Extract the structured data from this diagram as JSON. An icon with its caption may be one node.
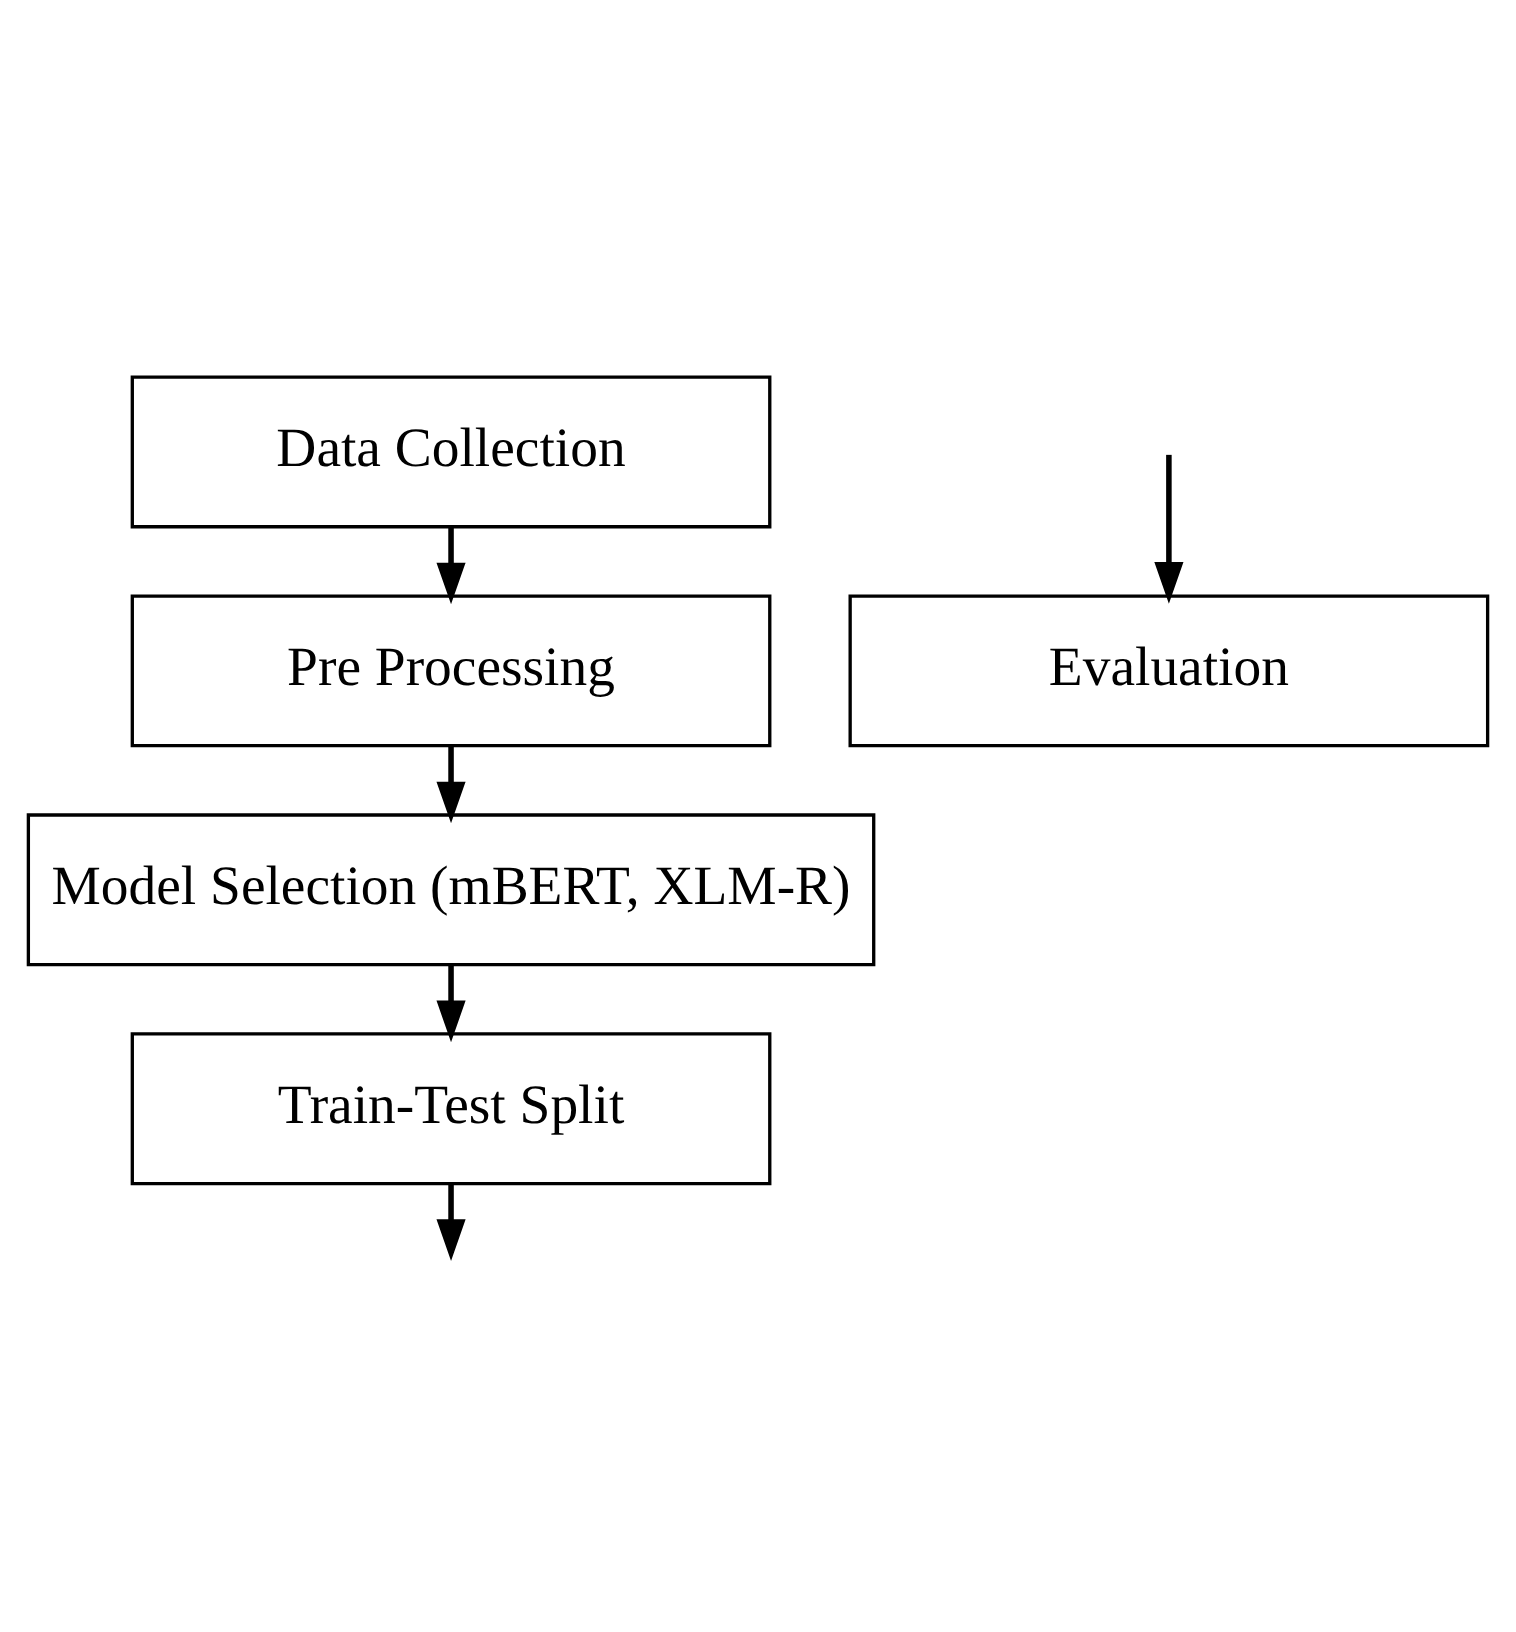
{
  "diagram": {
    "nodes": [
      {
        "text": [
          "Data Collection"
        ]
      },
      {
        "text": [
          "Pre Processing"
        ]
      },
      {
        "text": [
          "Model Selection (mBERT, XLM-R)"
        ]
      },
      {
        "text": [
          "Train-Test Split"
        ]
      },
      {
        "text": [
          "Evaluation"
        ]
      }
    ],
    "edges": [
      {
        "from": 0,
        "to": 1,
        "arrow": "to"
      },
      {
        "from": 1,
        "to": 2,
        "arrow": "to"
      },
      {
        "from": 2,
        "to": 3,
        "arrow": "to"
      },
      {
        "from": 3,
        "to": null,
        "arrow": "to"
      },
      {
        "from": null,
        "to": 4,
        "arrow": "to"
      }
    ]
  }
}
